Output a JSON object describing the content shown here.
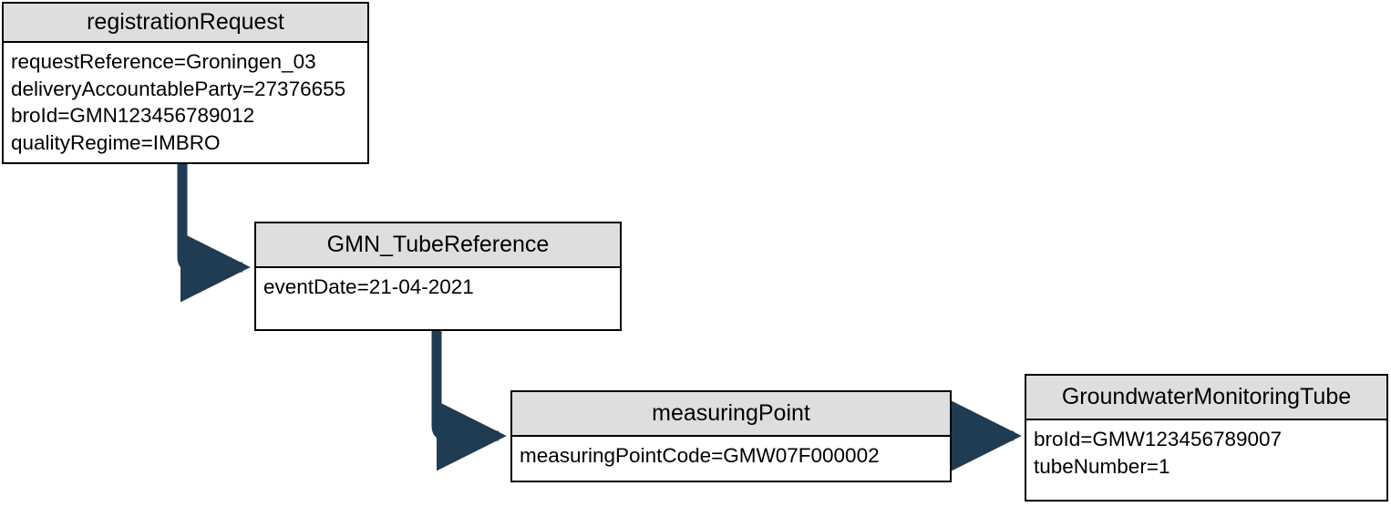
{
  "diagram": {
    "title": "registrationRequest object diagram",
    "type": "object-diagram",
    "colors": {
      "node_border": "#000000",
      "node_header_fill": "#dedede",
      "node_body_fill": "#ffffff",
      "connector": "#1f3c53",
      "background": "#ffffff"
    }
  },
  "nodes": [
    {
      "id": "registrationRequest",
      "title": "registrationRequest",
      "attributes": [
        "requestReference=Groningen_03",
        "deliveryAccountableParty=27376655",
        "broId=GMN123456789012",
        "qualityRegime=IMBRO"
      ]
    },
    {
      "id": "GMN_TubeReference",
      "title": "GMN_TubeReference",
      "attributes": [
        "eventDate=21-04-2021"
      ]
    },
    {
      "id": "measuringPoint",
      "title": "measuringPoint",
      "attributes": [
        "measuringPointCode=GMW07F000002"
      ]
    },
    {
      "id": "GroundwaterMonitoringTube",
      "title": "GroundwaterMonitoringTube",
      "attributes": [
        "broId=GMW123456789007",
        "tubeNumber=1"
      ]
    }
  ],
  "connectors": [
    {
      "id": "registrationRequest-to-GMN_TubeReference",
      "from": "registrationRequest",
      "to": "GMN_TubeReference",
      "style": "elbow-down-right"
    },
    {
      "id": "GMN_TubeReference-to-measuringPoint",
      "from": "GMN_TubeReference",
      "to": "measuringPoint",
      "style": "elbow-down-right"
    },
    {
      "id": "measuringPoint-to-GroundwaterMonitoringTube",
      "from": "measuringPoint",
      "to": "GroundwaterMonitoringTube",
      "style": "straight-right"
    }
  ]
}
